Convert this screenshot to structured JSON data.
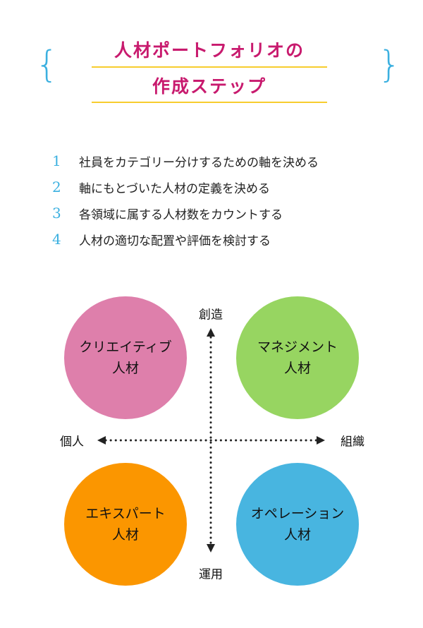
{
  "title": {
    "line1": "人材ポートフォリオの",
    "line2": "作成ステップ",
    "brace_left": "{",
    "brace_right": "}"
  },
  "steps": [
    {
      "num": "1",
      "text": "社員をカテゴリー分けするための軸を決める"
    },
    {
      "num": "2",
      "text": "軸にもとづいた人材の定義を決める"
    },
    {
      "num": "3",
      "text": "各領域に属する人材数をカウントする"
    },
    {
      "num": "4",
      "text": "人材の適切な配置や評価を検討する"
    }
  ],
  "axes": {
    "top": "創造",
    "bottom": "運用",
    "left": "個人",
    "right": "組織"
  },
  "quadrants": [
    {
      "line1": "クリエイティブ",
      "line2": "人材",
      "color": "#de7fab"
    },
    {
      "line1": "マネジメント",
      "line2": "人材",
      "color": "#97d561"
    },
    {
      "line1": "エキスパート",
      "line2": "人材",
      "color": "#fb9600"
    },
    {
      "line1": "オペレーション",
      "line2": "人材",
      "color": "#48b5e0"
    }
  ],
  "colors": {
    "title": "#c81a6e",
    "accent_line": "#f7cd2e",
    "numbers": "#3bb0e0"
  }
}
